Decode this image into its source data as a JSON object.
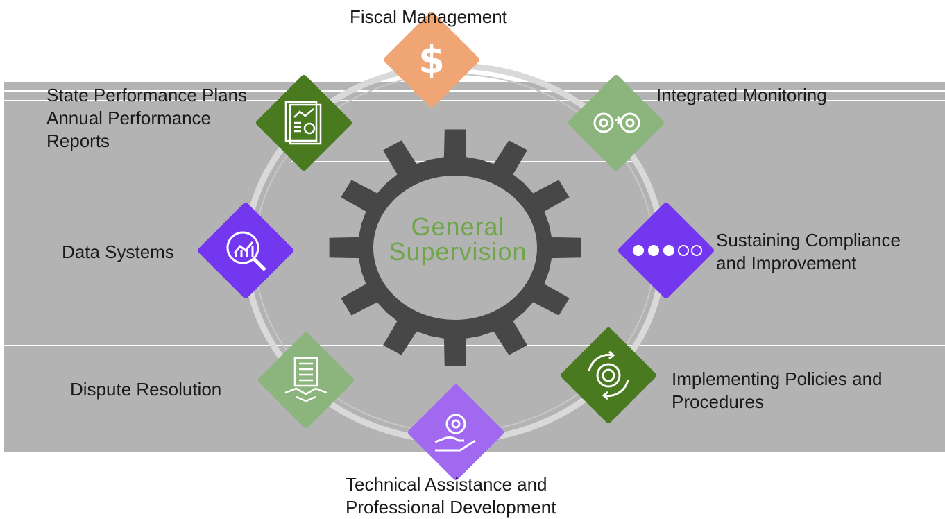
{
  "center": {
    "line1": "General",
    "line2": "Supervision",
    "color": "#6fa64a",
    "gear_color": "#474747"
  },
  "components": [
    {
      "id": "fiscal",
      "lines": [
        "Fiscal Management"
      ],
      "color": "#f0a574",
      "icon": "dollar-icon"
    },
    {
      "id": "integrated",
      "lines": [
        "Integrated Monitoring"
      ],
      "color": "#8cb57d",
      "icon": "gears-cycle-icon"
    },
    {
      "id": "sustaining",
      "lines": [
        "Sustaining Compliance",
        "and Improvement"
      ],
      "color": "#7437f0",
      "icon": "progress-dots-icon"
    },
    {
      "id": "implementing",
      "lines": [
        "Implementing Policies and",
        "Procedures"
      ],
      "color": "#4a7a20",
      "icon": "gear-refresh-icon"
    },
    {
      "id": "technical",
      "lines": [
        "Technical Assistance and",
        "Professional Development"
      ],
      "color": "#a069f0",
      "icon": "hand-gear-icon"
    },
    {
      "id": "dispute",
      "lines": [
        "Dispute Resolution"
      ],
      "color": "#8cb57d",
      "icon": "contract-handshake-icon"
    },
    {
      "id": "data",
      "lines": [
        "Data Systems"
      ],
      "color": "#7437f0",
      "icon": "magnifier-chart-icon"
    },
    {
      "id": "spp",
      "lines": [
        "State Performance Plans",
        "Annual Performance",
        "Reports"
      ],
      "color": "#4a7a20",
      "icon": "report-icon"
    }
  ],
  "colors": {
    "band": "#b3b3b3",
    "ring": "#d9d9d9",
    "text": "#1a1a1a"
  }
}
